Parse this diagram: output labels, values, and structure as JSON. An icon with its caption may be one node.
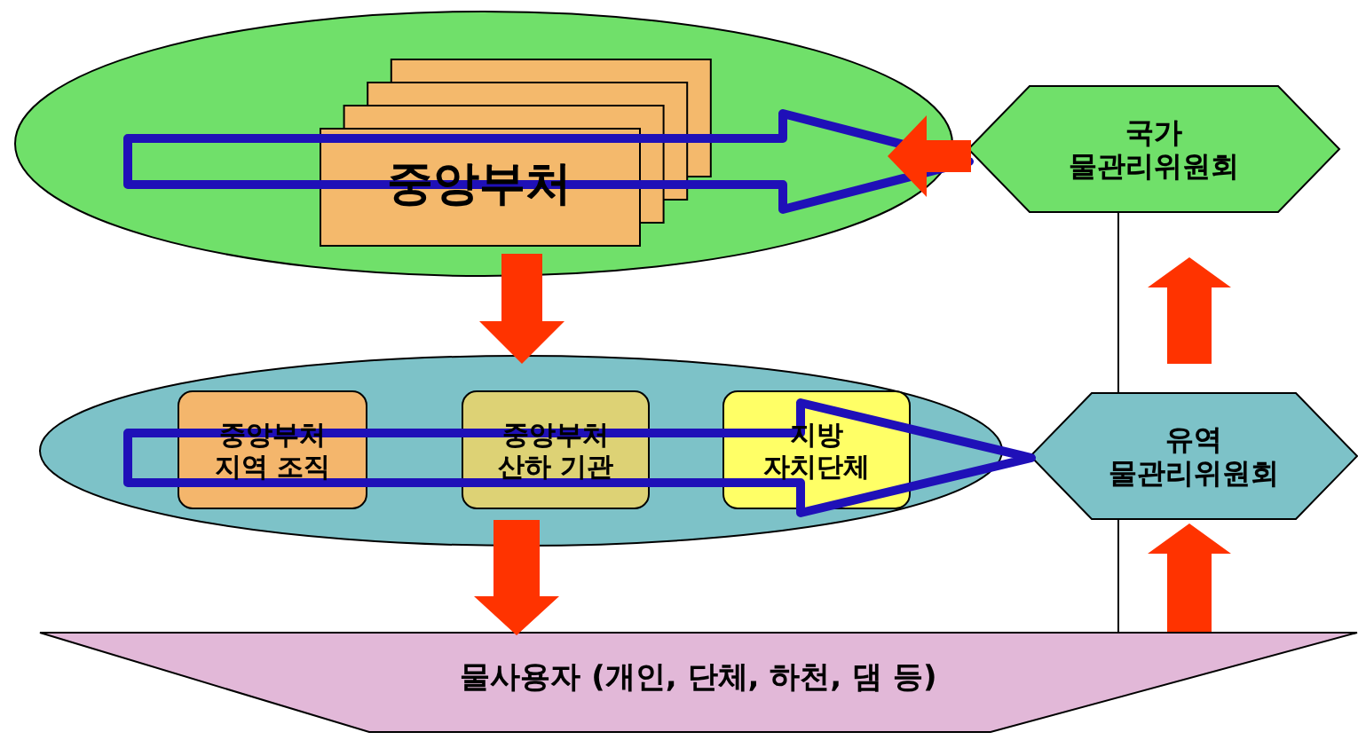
{
  "diagram": {
    "nodes": [
      {
        "text": [],
        "shape": "ellipse"
      },
      {
        "text": [
          "중앙부처"
        ],
        "in": 0
      },
      {
        "text": [
          "국가 물관리위원회"
        ]
      },
      {
        "text": [],
        "shape": "ellipse"
      },
      {
        "text": [
          "중앙부처 지역 조직"
        ],
        "in": 3
      },
      {
        "text": [
          "중앙부처 산하 기관"
        ],
        "in": 3
      },
      {
        "text": [
          "지방 자치단체"
        ],
        "in": 3
      },
      {
        "text": [
          "유역 물관리위원회"
        ]
      },
      {
        "text": [
          "물사용자 (개인, 단체, 하천, 댐 등)"
        ]
      }
    ],
    "edges": [
      {
        "from": 0,
        "to": 2,
        "arrow": "to",
        "color": "#1f10b8"
      },
      {
        "from": 2,
        "to": 0,
        "arrow": "to"
      },
      {
        "from": 0,
        "to": 3,
        "arrow": "to"
      },
      {
        "from": 3,
        "to": 7,
        "arrow": "to",
        "color": "#1f10b8"
      },
      {
        "from": 3,
        "to": 8,
        "arrow": "to"
      },
      {
        "from": 7,
        "to": 2,
        "arrow": "to"
      },
      {
        "from": 8,
        "to": 7,
        "arrow": "to"
      },
      {
        "from": 2,
        "to": 7,
        "arrow": "none",
        "color": "#000000"
      },
      {
        "from": 7,
        "to": 8,
        "arrow": "none",
        "color": "#000000"
      }
    ]
  }
}
